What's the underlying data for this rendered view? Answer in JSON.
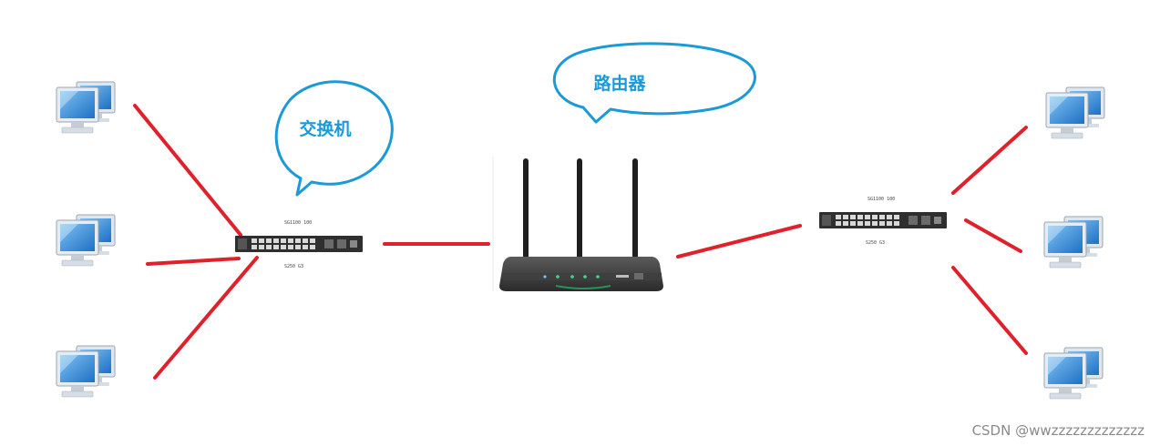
{
  "bubbles": {
    "switch_label": "交换机",
    "router_label": "路由器"
  },
  "switch_left": {
    "top_label": "SG1100 100",
    "bottom_label": "S250 G3"
  },
  "switch_right": {
    "top_label": "SG1100 100",
    "bottom_label": "S250 G3"
  },
  "watermark": "CSDN @wwzzzzzzzzzzzzz",
  "colors": {
    "link": "#e0212b",
    "bubble": "#1a9ad6",
    "device": "#3b3b3b",
    "monitor_screen": "#2f86d6"
  },
  "icons": {
    "computer": "computer-icon",
    "switch": "switch-icon",
    "router": "router-icon"
  }
}
